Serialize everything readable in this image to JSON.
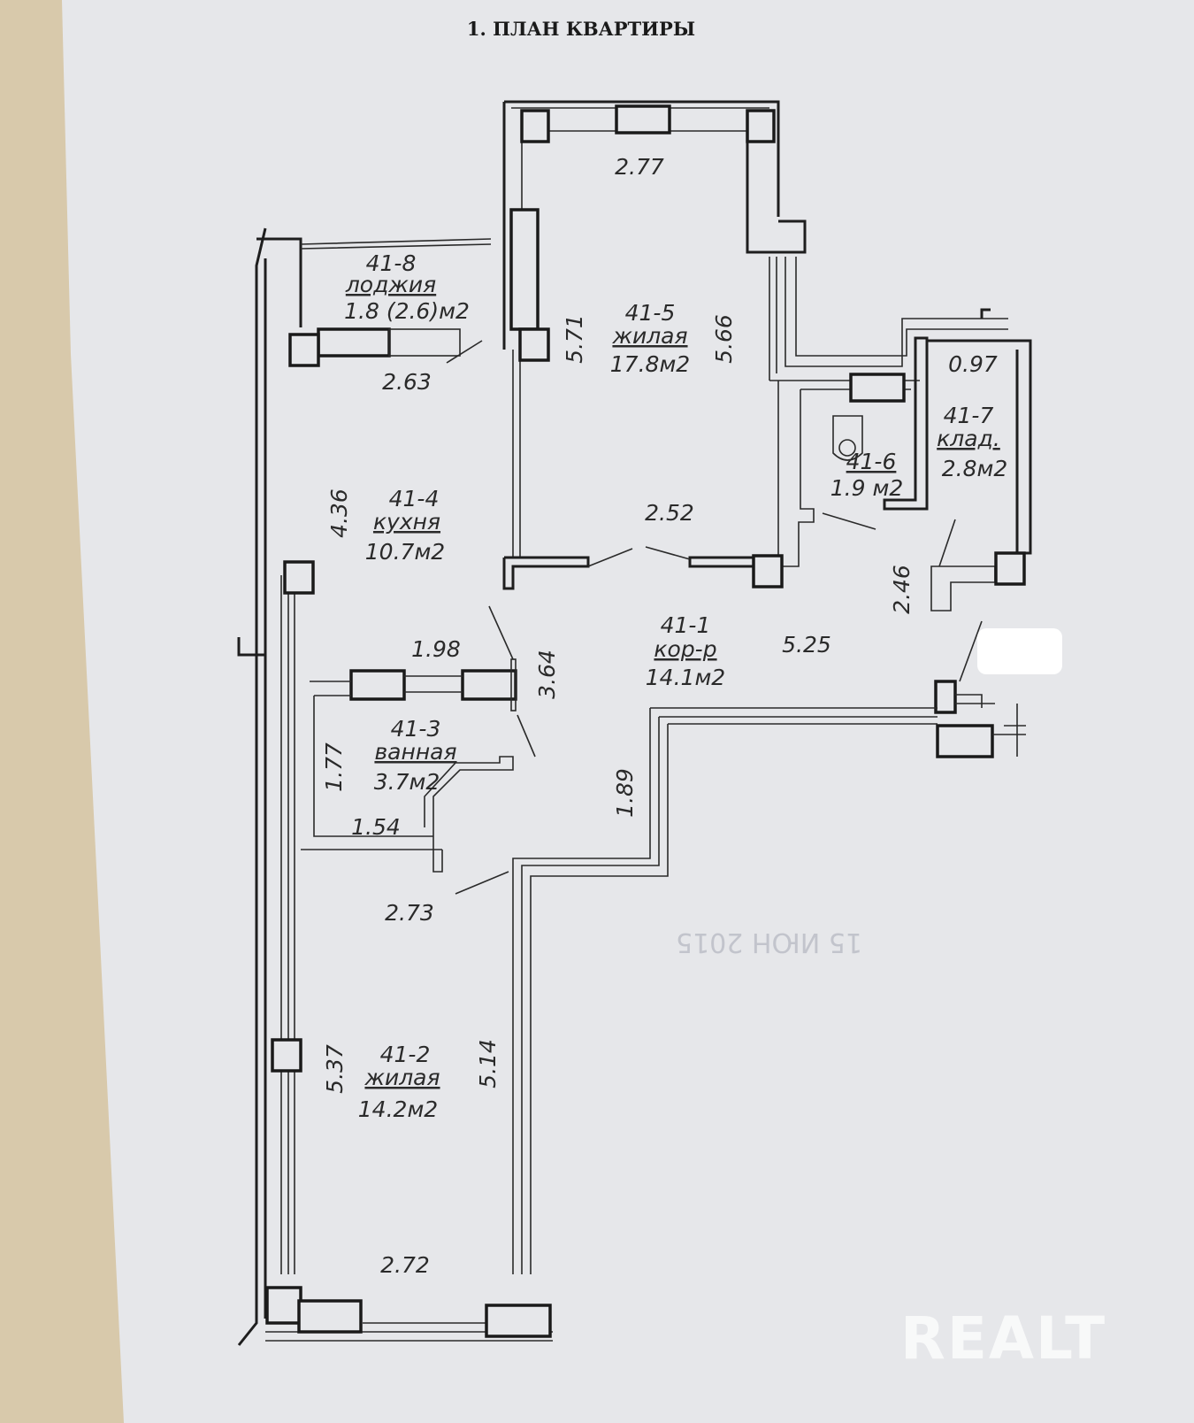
{
  "title": "1. ПЛАН КВАРТИРЫ",
  "rooms": [
    {
      "id": "41-8",
      "name": "лоджия",
      "area": "1.8 (2.6)м2"
    },
    {
      "id": "41-5",
      "name": "жилая",
      "area": "17.8м2"
    },
    {
      "id": "41-4",
      "name": "кухня",
      "area": "10.7м2"
    },
    {
      "id": "41-6",
      "name": "",
      "area": "1.9 м2"
    },
    {
      "id": "41-7",
      "name": "клад.",
      "area": "2.8м2"
    },
    {
      "id": "41-1",
      "name": "кор-р",
      "area": "14.1м2"
    },
    {
      "id": "41-3",
      "name": "ванная",
      "area": "3.7м2"
    },
    {
      "id": "41-2",
      "name": "жилая",
      "area": "14.2м2"
    }
  ],
  "dimensions": [
    "2.77",
    "2.63",
    "5.71",
    "5.66",
    "0.97",
    "4.36",
    "2.52",
    "2.46",
    "1.98",
    "3.64",
    "5.25",
    "1.77",
    "1.54",
    "1.89",
    "2.73",
    "5.37",
    "5.14",
    "2.72"
  ],
  "stamp": "15 ИЮН 2015",
  "watermark": "REALT",
  "colors": {
    "paper": "#e6e7ea",
    "background": "#d8c9ab",
    "ink": "#1e1e1e"
  }
}
